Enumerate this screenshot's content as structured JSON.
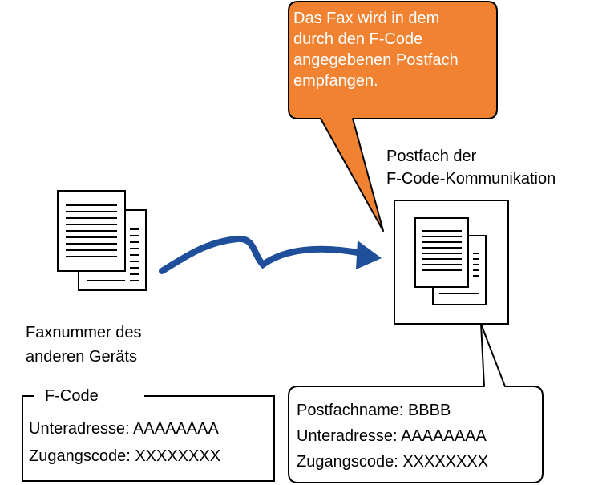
{
  "callout": {
    "lines": [
      "Das Fax wird in dem",
      "durch den F-Code",
      "angegebenen Postfach",
      "empfangen."
    ],
    "fill": "#F08232"
  },
  "mailbox_label": {
    "lines": [
      "Postfach der",
      "F-Code-Kommunikation"
    ]
  },
  "sender_label": {
    "lines": [
      "Faxnummer des",
      "anderen Geräts"
    ]
  },
  "fcode_box": {
    "title": "F-Code",
    "lines": [
      "Unteradresse: AAAAAAAA",
      "Zugangscode: XXXXXXXX"
    ]
  },
  "mailbox_info": {
    "lines": [
      "Postfachname: BBBB",
      "Unteradresse: AAAAAAAA",
      "Zugangscode: XXXXXXXX"
    ]
  },
  "colors": {
    "arrow": "#1F4E9A",
    "outline": "#000000"
  }
}
